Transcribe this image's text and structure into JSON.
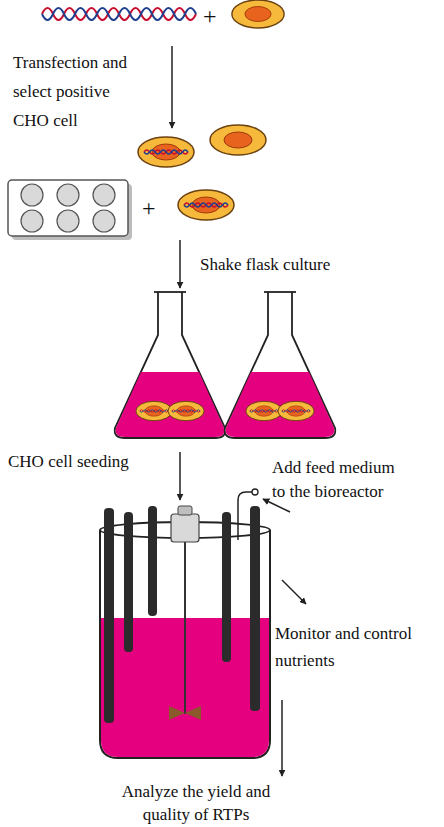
{
  "diagram": {
    "labels": [
      "+",
      "Transfection and select positive CHO cell",
      "+",
      "Shake flask culture",
      "CHO cell seeding",
      "Add feed medium to the bioreactor",
      "Monitor and control nutrients",
      "Analyze the yield and quality of RTPs"
    ]
  }
}
